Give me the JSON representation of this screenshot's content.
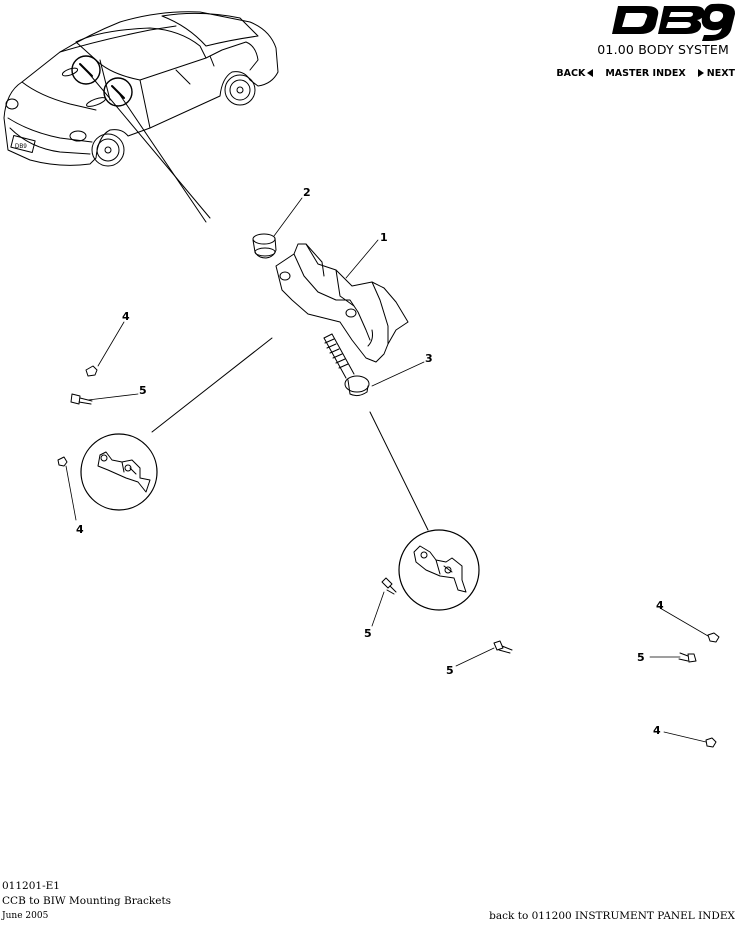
{
  "header": {
    "logo_text": "DB9",
    "system_title": "01.00 BODY SYSTEM",
    "nav": {
      "back": "BACK",
      "master_index": "MASTER INDEX",
      "next": "NEXT"
    }
  },
  "diagram": {
    "callouts": [
      "1",
      "2",
      "3",
      "4",
      "4",
      "4",
      "4",
      "5",
      "5",
      "5",
      "5"
    ]
  },
  "footer": {
    "code": "011201-E1",
    "title": "CCB to BIW Mounting Brackets",
    "date": "June 2005",
    "back_link": "back to 011200 INSTRUMENT PANEL INDEX"
  }
}
